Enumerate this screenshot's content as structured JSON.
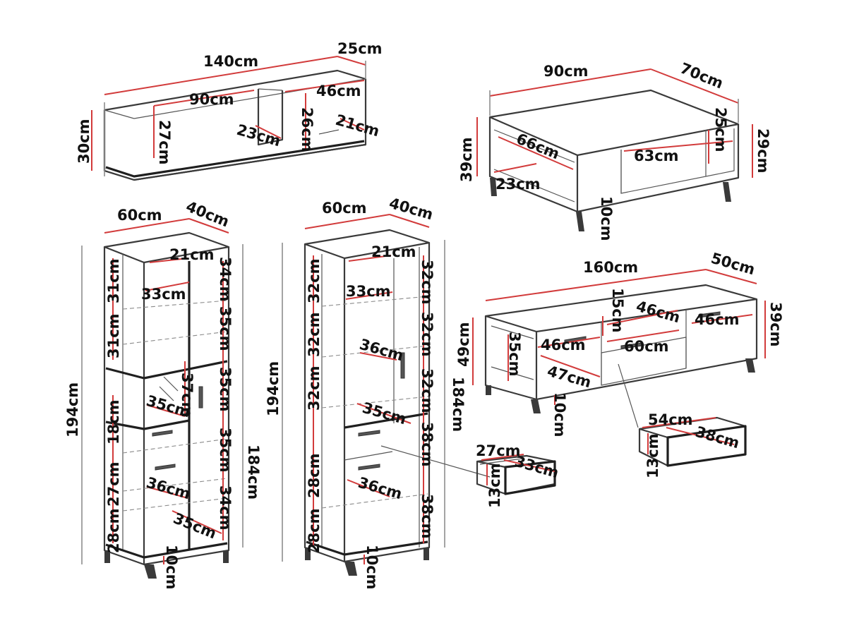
{
  "colors": {
    "dimension": "#d23b3b",
    "outline": "#3a3a3a",
    "background": "#ffffff"
  },
  "labels": {
    "wall_w": "140cm",
    "wall_d": "25cm",
    "wall_h": "30cm",
    "wall_a": "90cm",
    "wall_b": "46cm",
    "wall_c": "27cm",
    "wall_d2": "23cm",
    "wall_e": "26cm",
    "wall_f": "21cm",
    "ct_w": "90cm",
    "ct_d": "70cm",
    "ct_h": "39cm",
    "ct_h2": "29cm",
    "ct_a": "66cm",
    "ct_b": "63cm",
    "ct_c": "25cm",
    "ct_d2": "23cm",
    "ct_leg": "10cm",
    "t1_w": "60cm",
    "t1_d": "40cm",
    "t1_h": "194cm",
    "t1_h2": "184cm",
    "t1_21": "21cm",
    "t1_33": "33cm",
    "t1_31a": "31cm",
    "t1_31b": "31cm",
    "t1_34a": "34cm",
    "t1_35a": "35cm",
    "t1_35b": "35cm",
    "t1_35c": "35cm",
    "t1_34b": "34cm",
    "t1_37": "37cm",
    "t1_35d": "35cm",
    "t1_18": "18cm",
    "t1_27": "27cm",
    "t1_36": "36cm",
    "t1_35e": "35cm",
    "t1_28": "28cm",
    "t1_leg": "10cm",
    "t2_w": "60cm",
    "t2_d": "40cm",
    "t2_h": "194cm",
    "t2_h2": "184cm",
    "t2_21": "21cm",
    "t2_33": "33cm",
    "t2_32a": "32cm",
    "t2_32b": "32cm",
    "t2_32c": "32cm",
    "t2_32d": "32cm",
    "t2_32e": "32cm",
    "t2_32f": "32cm",
    "t2_36a": "36cm",
    "t2_35": "35cm",
    "t2_38a": "38cm",
    "t2_28a": "28cm",
    "t2_36b": "36cm",
    "t2_38b": "38cm",
    "t2_28b": "28cm",
    "t2_leg": "10cm",
    "dr1_w": "27cm",
    "dr1_d": "33cm",
    "dr1_h": "13cm",
    "tv_w": "160cm",
    "tv_d": "50cm",
    "tv_h": "49cm",
    "tv_h2": "39cm",
    "tv_15": "15cm",
    "tv_46a": "46cm",
    "tv_46b": "46cm",
    "tv_46c": "46cm",
    "tv_35": "35cm",
    "tv_60": "60cm",
    "tv_47": "47cm",
    "tv_leg": "10cm",
    "dr2_w": "54cm",
    "dr2_d": "38cm",
    "dr2_h": "13cm"
  }
}
